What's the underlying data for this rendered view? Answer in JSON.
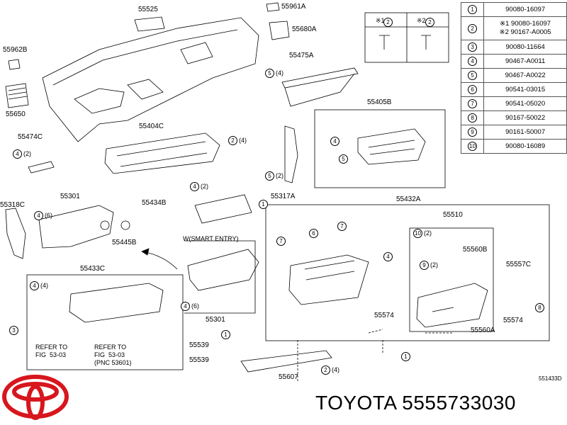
{
  "labels": {
    "p55525": "55525",
    "p55961A": "55961A",
    "p55680A": "55680A",
    "p55962B": "55962B",
    "p55650": "55650",
    "p55475A": "55475A",
    "p55474C": "55474C",
    "p55404C": "55404C",
    "p55405B": "55405B",
    "p55318C": "55318C",
    "p55301a": "55301",
    "p55445B": "55445B",
    "p55434B": "55434B",
    "p55317A": "55317A",
    "p55432A": "55432A",
    "p55510": "55510",
    "p55560B": "55560B",
    "p55557C": "55557C",
    "p55433C": "55433C",
    "p55301b": "55301",
    "p55574a": "55574",
    "p55574b": "55574",
    "p55560A": "55560A",
    "p55539a": "55539",
    "p55539b": "55539",
    "p55607": "55607",
    "smart_entry": "W(SMART ENTRY)",
    "refer1": "REFER TO\nFIG  53-03",
    "refer2": "REFER TO\nFIG  53-03\n(PNC 53601)",
    "diagram_code": "551433D"
  },
  "callouts": {
    "c5_4_top": "(4)",
    "c4_2_left": "(2)",
    "c2_4": "(4)",
    "c5_2": "(2)",
    "c4_2_mid": "(2)",
    "c4_6": "(6)",
    "c4_4": "(4)",
    "c4_6b": "(6)",
    "c10_2": "(2)",
    "c9_2": "(2)",
    "c2_4b": "(4)"
  },
  "inset": {
    "mark1": "※1",
    "mark2": "※2"
  },
  "parts_table": [
    {
      "num": "1",
      "part": "90080-16097"
    },
    {
      "num": "2",
      "part": "※1 90080-16097\n※2 90167-A0005"
    },
    {
      "num": "3",
      "part": "90080-11664"
    },
    {
      "num": "4",
      "part": "90467-A0011"
    },
    {
      "num": "5",
      "part": "90467-A0022"
    },
    {
      "num": "6",
      "part": "90541-03015"
    },
    {
      "num": "7",
      "part": "90541-05020"
    },
    {
      "num": "8",
      "part": "90167-50022"
    },
    {
      "num": "9",
      "part": "90161-50007"
    },
    {
      "num": "10",
      "part": "90080-16089"
    }
  ],
  "footer": {
    "brand_part": "TOYOTA 5555733030"
  },
  "colors": {
    "logo_red": "#d7161d",
    "line": "#000000"
  }
}
